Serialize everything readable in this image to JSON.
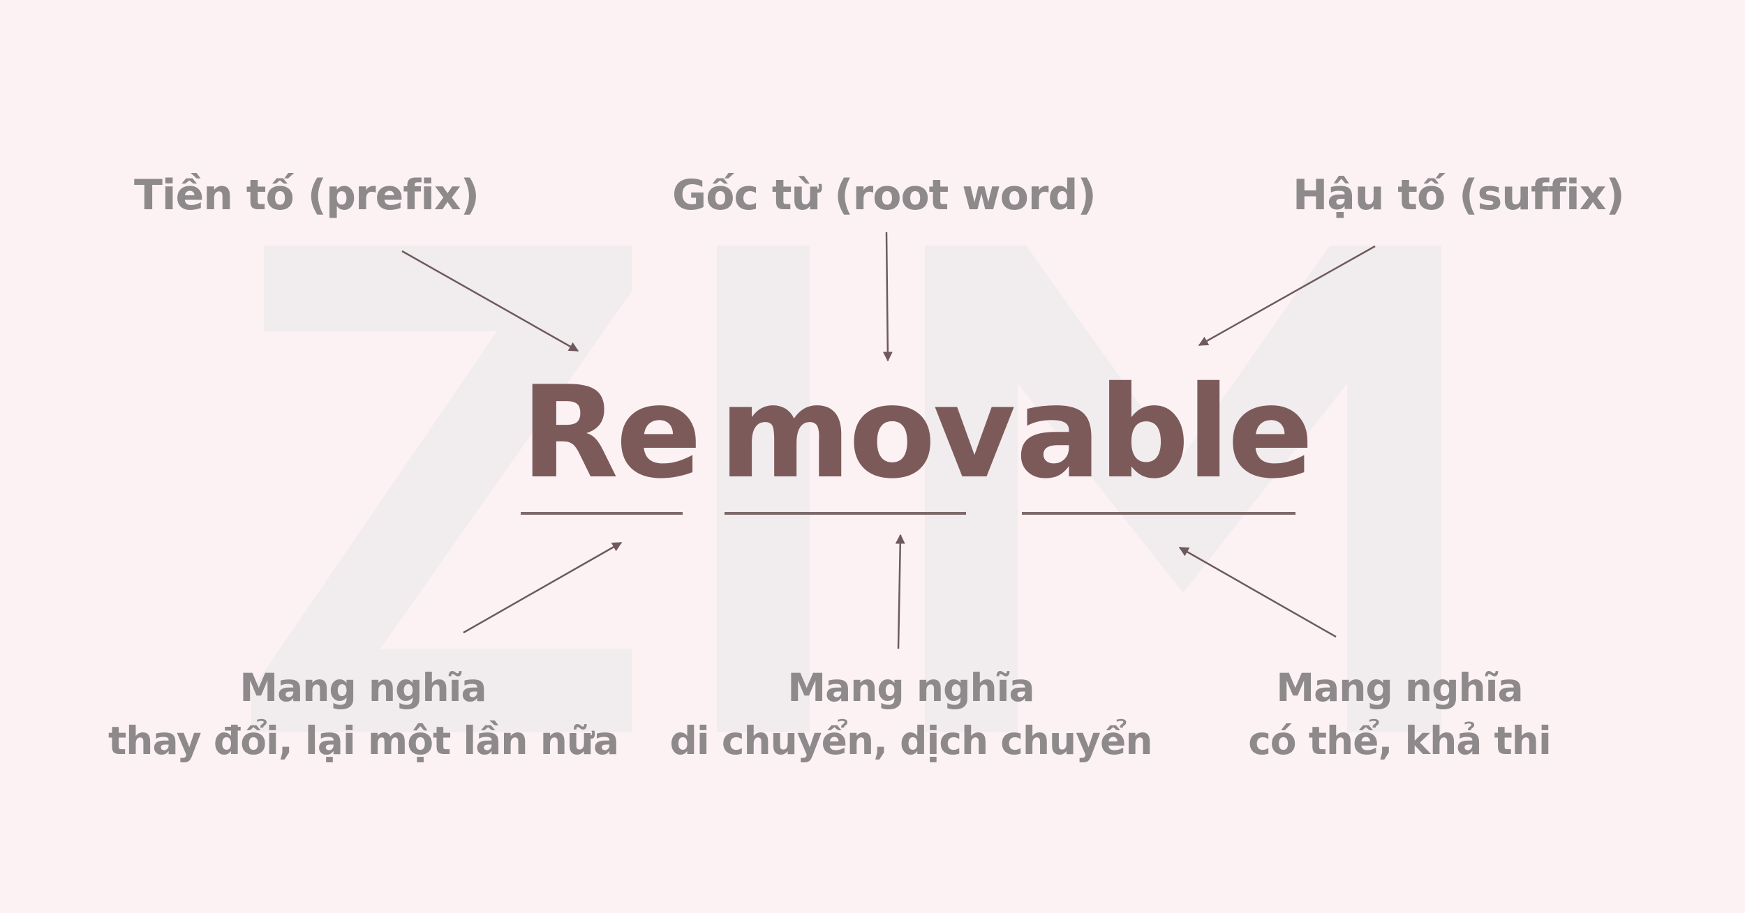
{
  "watermark": {
    "text": "ZIM"
  },
  "word": {
    "prefix": "Re",
    "root": "mov",
    "suffix": "able"
  },
  "top_labels": {
    "prefix": "Tiền tố (prefix)",
    "root": "Gốc từ (root word)",
    "suffix": "Hậu tố (suffix)"
  },
  "meanings": {
    "prefix": {
      "line1": "Mang nghĩa",
      "line2": "thay đổi, lại một lần nữa"
    },
    "root": {
      "line1": "Mang nghĩa",
      "line2": "di chuyển, dịch chuyển"
    },
    "suffix": {
      "line1": "Mang nghĩa",
      "line2": "có thể, khả thi"
    }
  },
  "colors": {
    "background": "#fcf2f4",
    "watermark": "#f1eced",
    "word": "#7d5a5a",
    "label": "#8e8a8b",
    "arrow": "#6e5a5c"
  }
}
